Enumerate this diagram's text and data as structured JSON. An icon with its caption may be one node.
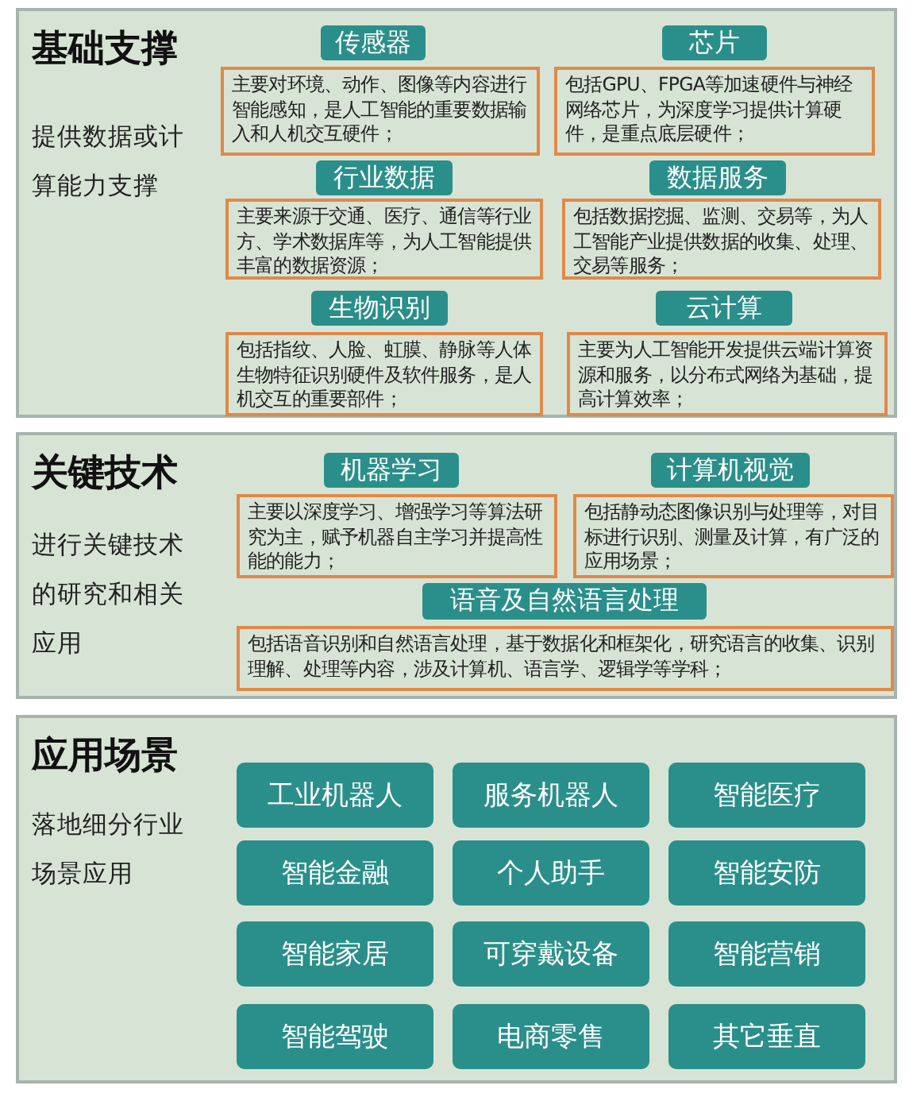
{
  "diagram": {
    "nodes": [
      {
        "text": [
          "基础支撑",
          "提供数据或计算能力支撑"
        ]
      },
      {
        "text": [
          "传感器"
        ],
        "in": 0
      },
      {
        "text": [
          "主要对环境、动作、图像等内容进行智能感知，是人工智能的重要数据输入和人机交互硬件；"
        ],
        "in": 0
      },
      {
        "text": [
          "芯片"
        ],
        "in": 0
      },
      {
        "text": [
          "包括GPU、FPGA等加速硬件与神经网络芯片，为深度学习提供计算硬件，是重点底层硬件；"
        ],
        "in": 0
      },
      {
        "text": [
          "行业数据"
        ],
        "in": 0
      },
      {
        "text": [
          "主要来源于交通、医疗、通信等行业方、学术数据库等，为人工智能提供丰富的数据资源；"
        ],
        "in": 0
      },
      {
        "text": [
          "数据服务"
        ],
        "in": 0
      },
      {
        "text": [
          "包括数据挖掘、监测、交易等，为人工智能产业提供数据的收集、处理、交易等服务；"
        ],
        "in": 0
      },
      {
        "text": [
          "生物识别"
        ],
        "in": 0
      },
      {
        "text": [
          "包括指纹、人脸、虹膜、静脉等人体生物特征识别硬件及软件服务，是人机交互的重要部件；"
        ],
        "in": 0
      },
      {
        "text": [
          "云计算"
        ],
        "in": 0
      },
      {
        "text": [
          "主要为人工智能开发提供云端计算资源和服务，以分布式网络为基础，提高计算效率；"
        ],
        "in": 0
      },
      {
        "text": [
          "关键技术",
          "进行关键技术的研究和相关应用"
        ]
      },
      {
        "text": [
          "机器学习"
        ],
        "in": 13
      },
      {
        "text": [
          "主要以深度学习、增强学习等算法研究为主，赋予机器自主学习并提高性能的能力；"
        ],
        "in": 13
      },
      {
        "text": [
          "计算机视觉"
        ],
        "in": 13
      },
      {
        "text": [
          "包括静动态图像识别与处理等，对目标进行识别、测量及计算，有广泛的应用场景；"
        ],
        "in": 13
      },
      {
        "text": [
          "语音及自然语言处理"
        ],
        "in": 13
      },
      {
        "text": [
          "包括语音识别和自然语言处理，基于数据化和框架化，研究语言的收集、识别理解、处理等内容，涉及计算机、语言学、逻辑学等学科；"
        ],
        "in": 13
      },
      {
        "text": [
          "应用场景",
          "落地细分行业场景应用"
        ]
      },
      {
        "text": [
          "工业机器人"
        ],
        "in": 20
      },
      {
        "text": [
          "服务机器人"
        ],
        "in": 20
      },
      {
        "text": [
          "智能医疗"
        ],
        "in": 20
      },
      {
        "text": [
          "智能金融"
        ],
        "in": 20
      },
      {
        "text": [
          "个人助手"
        ],
        "in": 20
      },
      {
        "text": [
          "智能安防"
        ],
        "in": 20
      },
      {
        "text": [
          "智能家居"
        ],
        "in": 20
      },
      {
        "text": [
          "可穿戴设备"
        ],
        "in": 20
      },
      {
        "text": [
          "智能营销"
        ],
        "in": 20
      },
      {
        "text": [
          "智能驾驶"
        ],
        "in": 20
      },
      {
        "text": [
          "电商零售"
        ],
        "in": 20
      },
      {
        "text": [
          "其它垂直"
        ],
        "in": 20
      }
    ]
  }
}
